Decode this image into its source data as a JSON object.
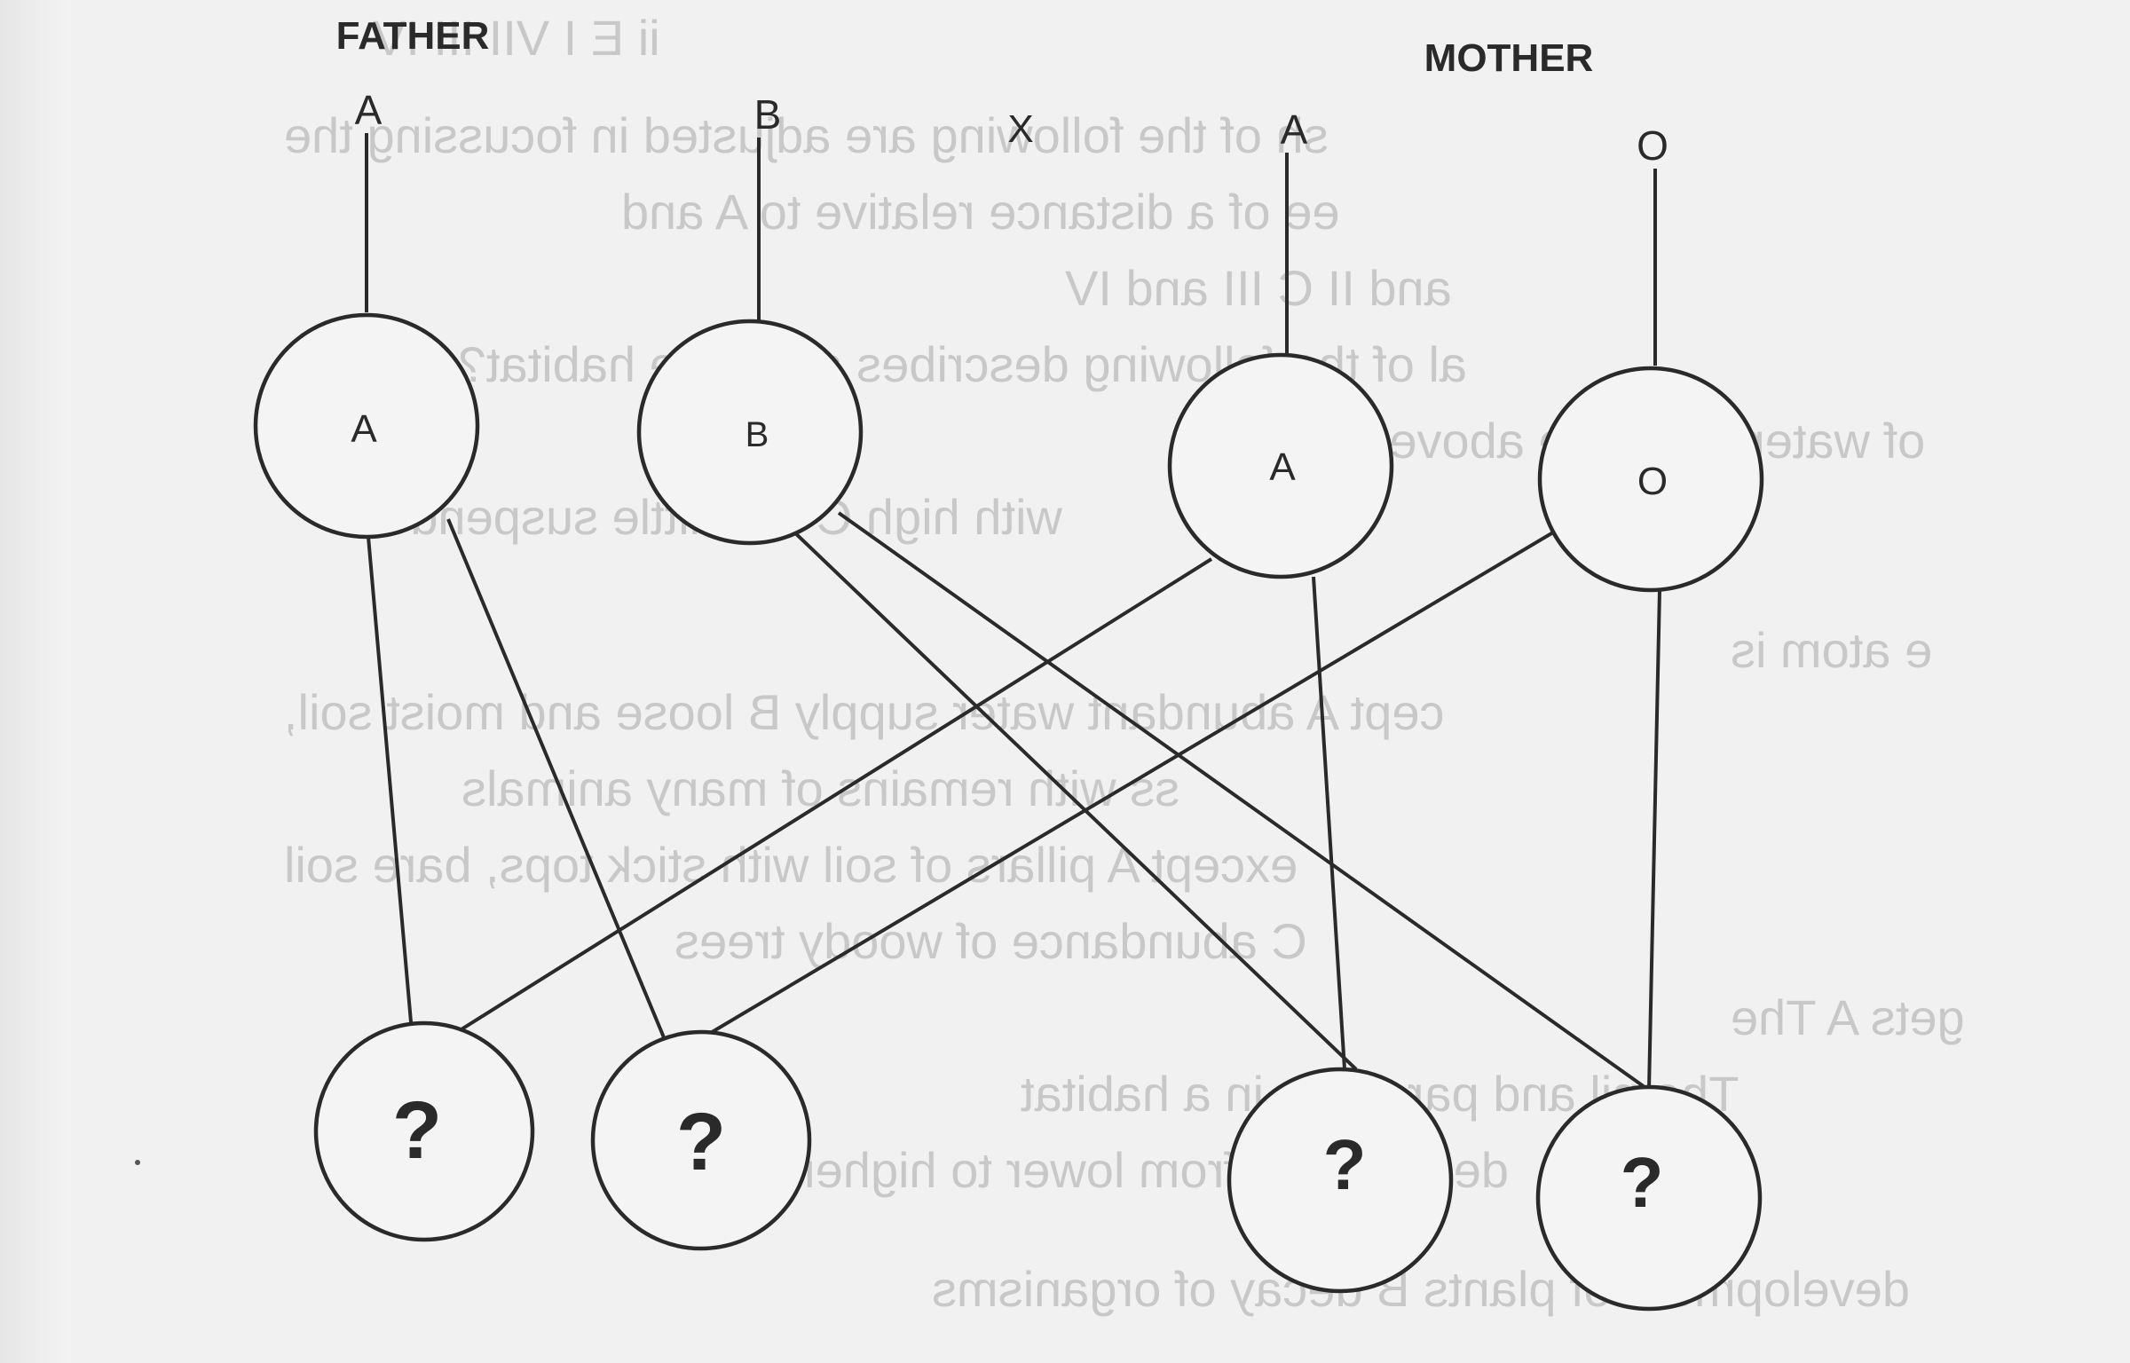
{
  "title_father": "FATHER",
  "title_mother": "MOTHER",
  "cross_symbol": "X",
  "father": {
    "allele_1": "A",
    "allele_2": "B",
    "gamete_1": "A",
    "gamete_2": "B"
  },
  "mother": {
    "allele_1": "A",
    "allele_2": "O",
    "gamete_1": "A",
    "gamete_2": "O"
  },
  "offspring": [
    "?",
    "?",
    "?",
    "?"
  ],
  "bleed_through": [
    "ii E I VII III IV",
    "sh of the following are adjusted in focussing the",
    "ee of a distance relative to A and",
    "and II C III and IV",
    "al of the following describes a marine habitat? A large",
    "of water, distance above or",
    "with high C with little suspended",
    "e atom is",
    "cept A abundant water supply B loose and moist soil,",
    "ss with remains of many animals",
    "except A pillars of soil with stick tops, bare soil",
    "C abundance of woody trees",
    "gets A The",
    "The nil and parasites in a habitat",
    "decrease in from lower to higher",
    "development of plants B decay of organisms"
  ]
}
